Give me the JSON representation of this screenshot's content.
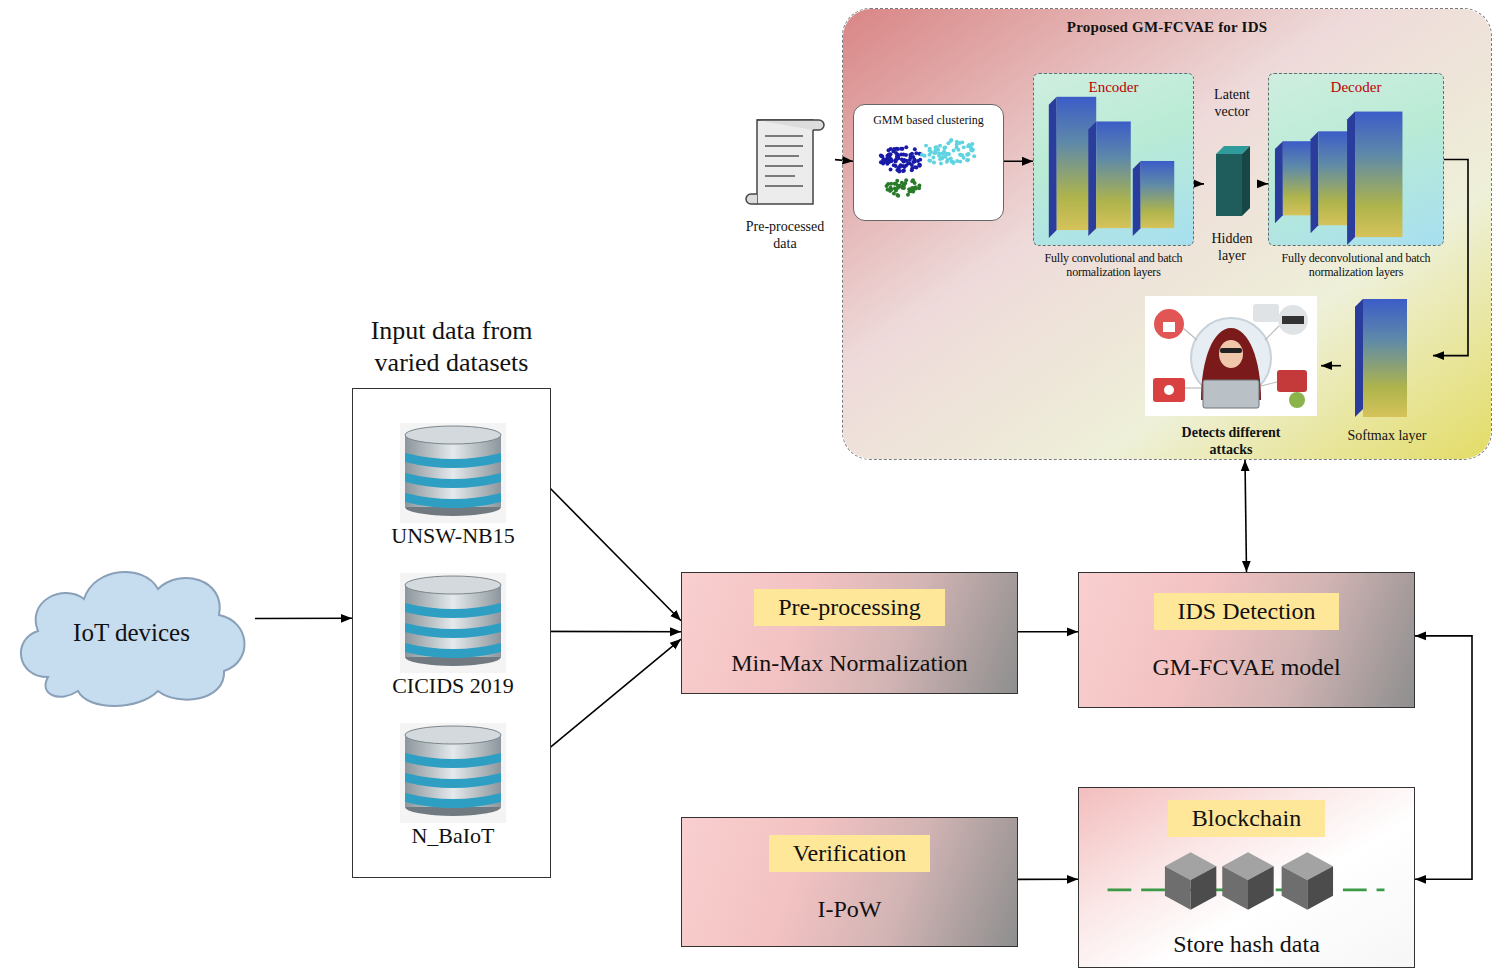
{
  "diagram": {
    "nodes": [
      {
        "text": [
          "IoT devices"
        ]
      },
      {
        "text": [
          "Input data from varied datasets"
        ]
      },
      {
        "text": [
          "UNSW-NB15"
        ],
        "in": 1
      },
      {
        "text": [
          "CICIDS 2019"
        ],
        "in": 1
      },
      {
        "text": [
          "N_BaIoT"
        ],
        "in": 1
      },
      {
        "text": [
          "Pre-processing",
          "Min-Max Normalization"
        ]
      },
      {
        "text": [
          "IDS Detection",
          "GM-FCVAE model"
        ]
      },
      {
        "text": [
          "Verification",
          "I-PoW"
        ]
      },
      {
        "text": [
          "Blockchain",
          "Store hash data"
        ]
      },
      {
        "text": [
          "Proposed GM-FCVAE for IDS"
        ]
      },
      {
        "text": [
          "Pre-processed data"
        ]
      },
      {
        "text": [
          "GMM based clustering"
        ],
        "in": 9
      },
      {
        "text": [
          "Encoder",
          "Fully convolutional and batch normalization layers"
        ],
        "in": 9
      },
      {
        "text": [
          "Latent vector",
          "Hidden layer"
        ],
        "in": 9
      },
      {
        "text": [
          "Decoder",
          "Fully deconvolutional and batch normalization layers"
        ],
        "in": 9
      },
      {
        "text": [
          "Softmax layer"
        ],
        "in": 9
      },
      {
        "text": [
          "Detects different attacks"
        ],
        "in": 9
      }
    ],
    "edges": [
      {
        "from": 0,
        "to": 1,
        "arrow": "to"
      },
      {
        "from": 2,
        "to": 5,
        "arrow": "to"
      },
      {
        "from": 3,
        "to": 5,
        "arrow": "to"
      },
      {
        "from": 4,
        "to": 5,
        "arrow": "to"
      },
      {
        "from": 5,
        "to": 6,
        "arrow": "to"
      },
      {
        "from": 6,
        "to": 9,
        "arrow": "both"
      },
      {
        "from": 7,
        "to": 8,
        "arrow": "to"
      },
      {
        "from": 6,
        "to": 8,
        "arrow": "both"
      },
      {
        "from": 10,
        "to": 11,
        "arrow": "to"
      },
      {
        "from": 11,
        "to": 12,
        "arrow": "to"
      },
      {
        "from": 12,
        "to": 13,
        "arrow": "to"
      },
      {
        "from": 13,
        "to": 14,
        "arrow": "to"
      },
      {
        "from": 14,
        "to": 15,
        "arrow": "to"
      },
      {
        "from": 15,
        "to": 16,
        "arrow": "to"
      }
    ]
  }
}
